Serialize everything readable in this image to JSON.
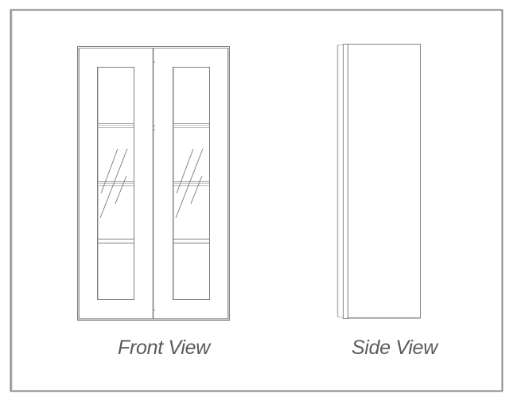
{
  "labels": {
    "front_view": "Front View",
    "side_view": "Side View"
  },
  "colors": {
    "line": "#7a7a7a",
    "line_light": "#c8c8c8",
    "label_text": "#5a5a5a",
    "background": "#ffffff"
  },
  "drawing": {
    "type": "glass-door wall cabinet elevation",
    "front_view": {
      "doors": 2,
      "panel_type": "glass",
      "shelves_visible": 3
    },
    "side_view": {
      "door_thickness_strips": 2
    }
  }
}
